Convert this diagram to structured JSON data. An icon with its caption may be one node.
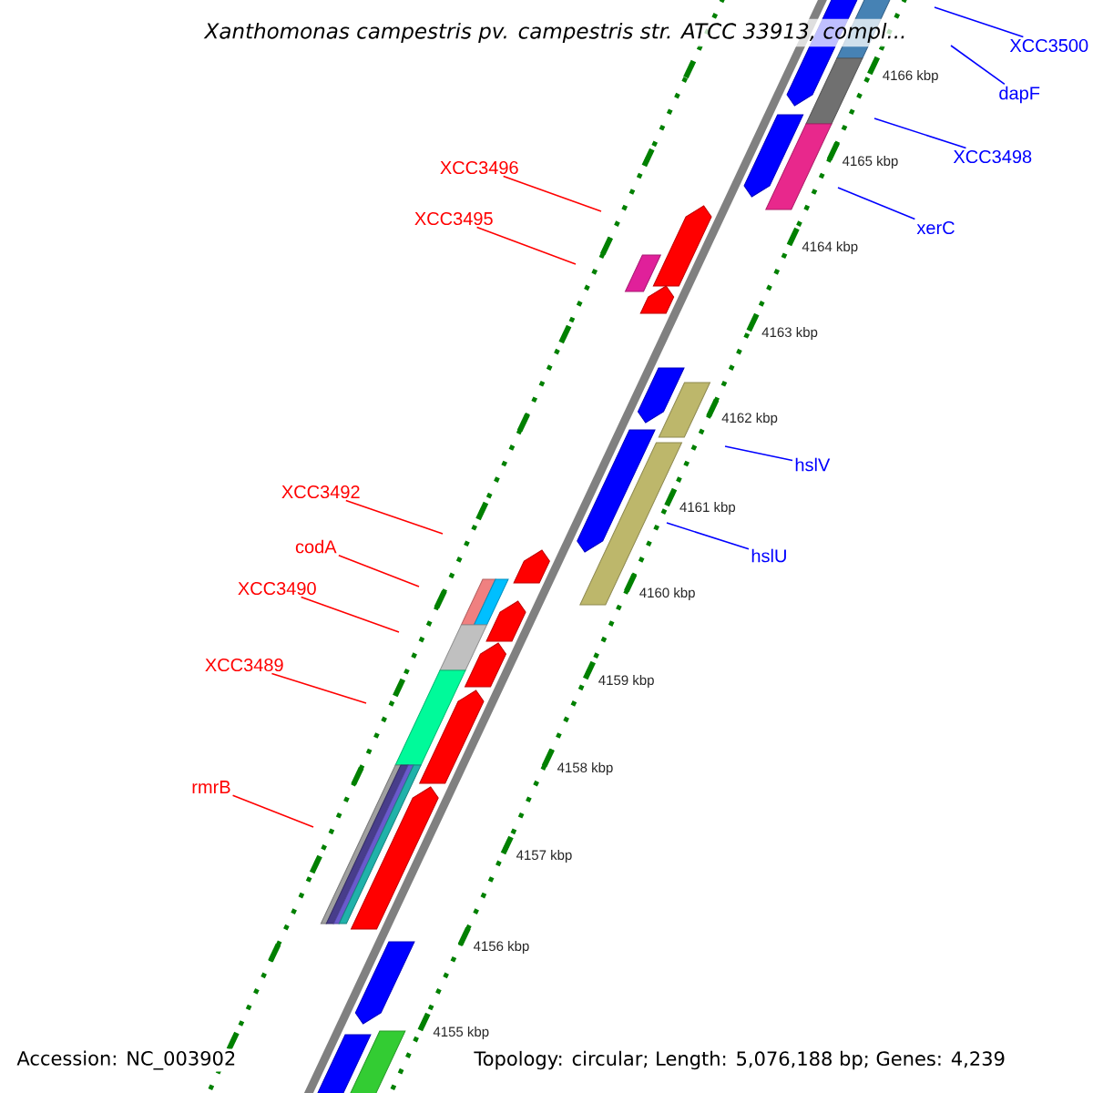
{
  "diagram": {
    "title": "Xanthomonas campestris pv. campestris str. ATCC 33913, compl...",
    "nodes": [
      {
        "text": [
          "XCC3496"
        ]
      },
      {
        "text": [
          "XCC3495"
        ]
      },
      {
        "text": [
          "XCC3492"
        ]
      },
      {
        "text": [
          "codA"
        ]
      },
      {
        "text": [
          "XCC3490"
        ]
      },
      {
        "text": [
          "XCC3489"
        ]
      },
      {
        "text": [
          "rmrB"
        ]
      },
      {
        "text": [
          "XCC3500"
        ]
      },
      {
        "text": [
          "dapF"
        ]
      },
      {
        "text": [
          "XCC3498"
        ]
      },
      {
        "text": [
          "xerC"
        ]
      },
      {
        "text": [
          "hslV"
        ]
      },
      {
        "text": [
          "hslU"
        ]
      }
    ],
    "edges": [
      {
        "from": 0,
        "to": null,
        "arrow": "none"
      },
      {
        "from": 1,
        "to": null,
        "arrow": "none"
      },
      {
        "from": 2,
        "to": null,
        "arrow": "none"
      },
      {
        "from": 3,
        "to": null,
        "arrow": "none"
      },
      {
        "from": 4,
        "to": null,
        "arrow": "none"
      },
      {
        "from": 5,
        "to": null,
        "arrow": "none"
      },
      {
        "from": 6,
        "to": null,
        "arrow": "none"
      },
      {
        "from": null,
        "to": 7,
        "arrow": "none",
        "color": "#0000ff"
      },
      {
        "from": null,
        "to": 8,
        "arrow": "none",
        "color": "#0000ff"
      },
      {
        "from": null,
        "to": 9,
        "arrow": "none",
        "color": "#0000ff"
      },
      {
        "from": null,
        "to": 10,
        "arrow": "none",
        "color": "#0000ff"
      },
      {
        "from": null,
        "to": 11,
        "arrow": "none",
        "color": "#0000ff"
      },
      {
        "from": null,
        "to": 12,
        "arrow": "none",
        "color": "#0000ff"
      }
    ],
    "labels": [
      "4166 kbp",
      "4165 kbp",
      "4164 kbp",
      "4163 kbp",
      "4162 kbp",
      "4161 kbp",
      "4160 kbp",
      "4159 kbp",
      "4158 kbp",
      "4157 kbp",
      "4156 kbp",
      "4155 kbp",
      "Accession: NC_003902",
      "Topology: circular; Length: 5,076,188 bp; Genes: 4,239"
    ]
  }
}
